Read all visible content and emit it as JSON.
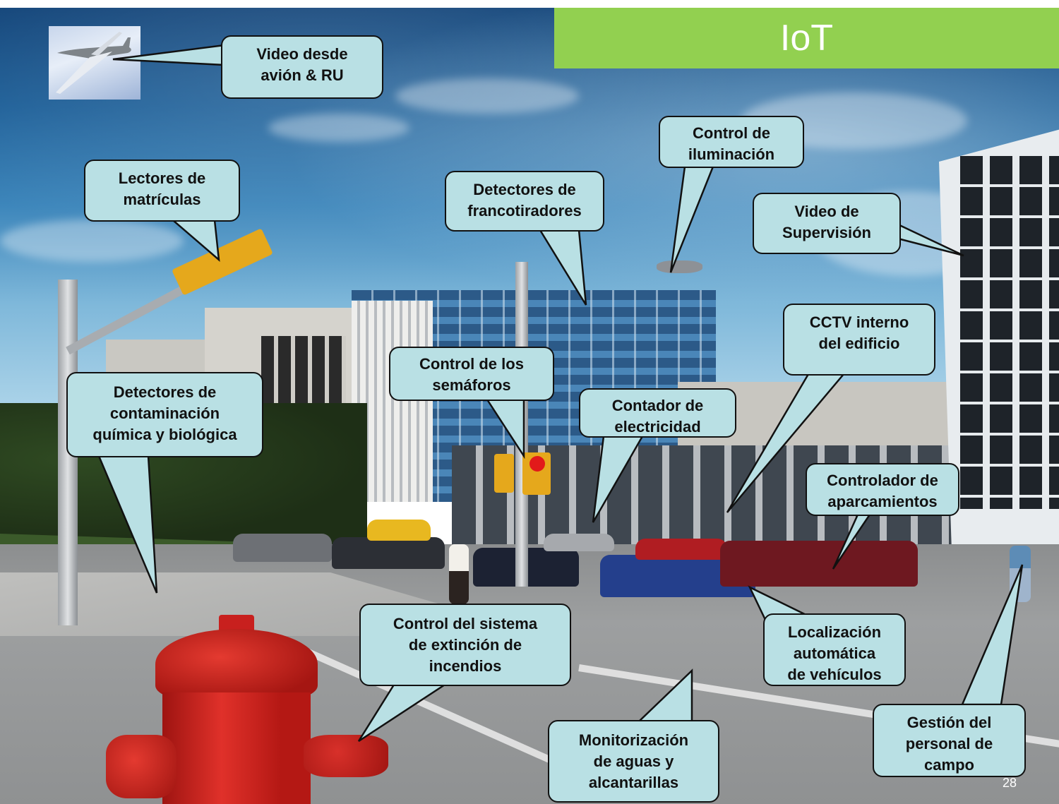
{
  "slide": {
    "title": "IoT",
    "page_number": "28",
    "colors": {
      "title_bar": "#92d050",
      "title_text": "#ffffff",
      "callout_fill": "#b9e0e4",
      "callout_border": "#111111"
    }
  },
  "callouts": [
    {
      "id": "video-aircraft",
      "text": "Video desde\navión & RU"
    },
    {
      "id": "plate-readers",
      "text": "Lectores de\nmatrículas"
    },
    {
      "id": "sniper-detectors",
      "text": "Detectores de\nfrancotiradores"
    },
    {
      "id": "lighting-control",
      "text": "Control de\niluminación"
    },
    {
      "id": "video-surveillance",
      "text": "Video de\nSupervisión"
    },
    {
      "id": "building-cctv",
      "text": "CCTV interno\ndel edificio"
    },
    {
      "id": "chem-bio-detectors",
      "text": "Detectores de\ncontaminación\nquímica y biológica"
    },
    {
      "id": "traffic-light-control",
      "text": "Control de los\nsemáforos"
    },
    {
      "id": "electricity-meter",
      "text": "Contador de\nelectricidad"
    },
    {
      "id": "parking-controller",
      "text": "Controlador de\naparcamientos"
    },
    {
      "id": "fire-system-control",
      "text": "Control del sistema\nde extinción de\nincendios"
    },
    {
      "id": "vehicle-location",
      "text": "Localización\nautomática\nde vehículos"
    },
    {
      "id": "water-sewer-monitoring",
      "text": "Monitorización\nde aguas y\nalcantarillas"
    },
    {
      "id": "field-staff-management",
      "text": "Gestión del\npersonal de\ncampo"
    }
  ],
  "images": {
    "background": "city-street-scene",
    "thumbnail": "drone-aircraft"
  }
}
